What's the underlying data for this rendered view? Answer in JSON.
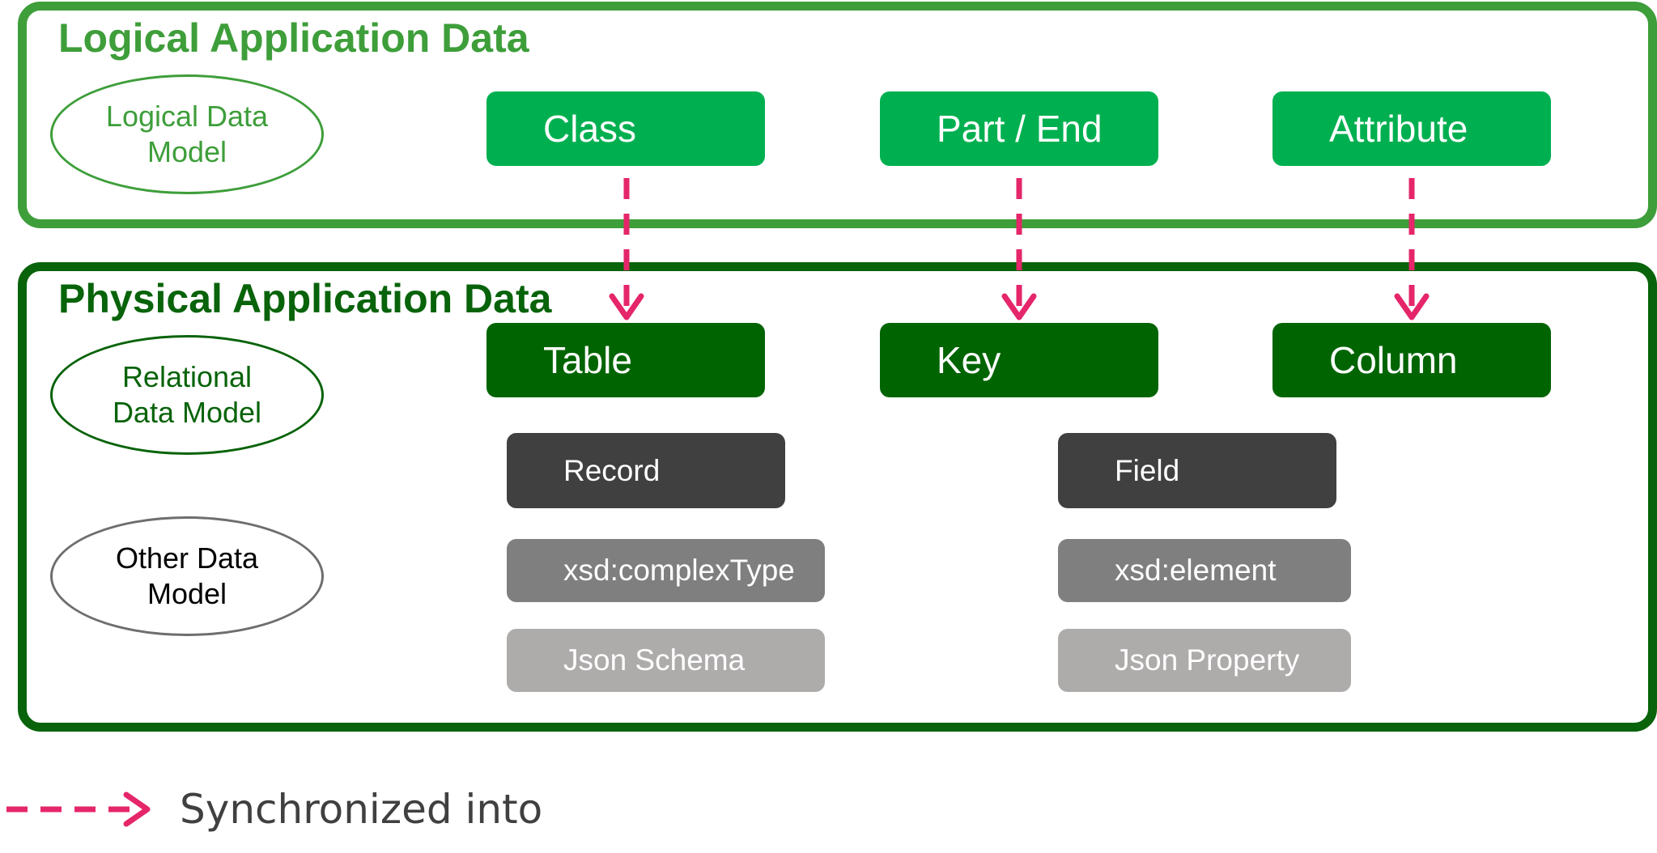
{
  "logical": {
    "title": "Logical Application Data",
    "model_label_line1": "Logical Data",
    "model_label_line2": "Model",
    "boxes": [
      "Class",
      "Part / End",
      "Attribute"
    ]
  },
  "physical": {
    "title": "Physical Application Data",
    "relational_label_line1": "Relational",
    "relational_label_line2": "Data Model",
    "other_label_line1": "Other Data",
    "other_label_line2": "Model",
    "relational_boxes": [
      "Table",
      "Key",
      "Column"
    ],
    "record_boxes": [
      "Record",
      "Field"
    ],
    "xsd_boxes": [
      "xsd:complexType",
      "xsd:element"
    ],
    "json_boxes": [
      "Json Schema",
      "Json Property"
    ]
  },
  "legend": {
    "label": "Synchronized into",
    "arrow_color": "#e5266a"
  },
  "colors": {
    "logical_green": "#3e9e3a",
    "logical_box": "#00b050",
    "physical_green": "#08630a",
    "physical_box": "#006400",
    "record_box": "#404040",
    "xsd_box": "#7f7f7f",
    "json_box": "#aeabab"
  }
}
